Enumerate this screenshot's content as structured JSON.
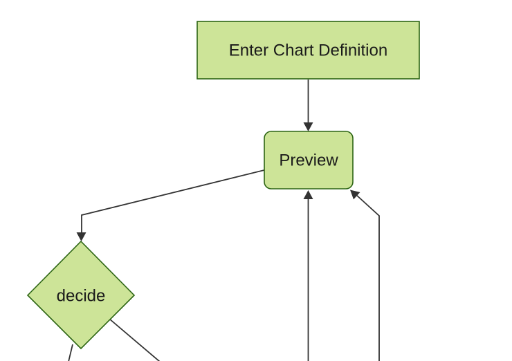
{
  "diagram": {
    "type": "flowchart",
    "direction": "top-down",
    "style": {
      "background": "#ffffff",
      "node_fill": "#cde498",
      "node_border": "#2d6514",
      "edge_color": "#333333",
      "label_color": "#1a1a1a"
    },
    "nodes": [
      {
        "id": "A",
        "shape": "rectangle",
        "label": "Enter Chart Definition"
      },
      {
        "id": "B",
        "shape": "rounded-rectangle",
        "label": "Preview"
      },
      {
        "id": "C",
        "shape": "diamond",
        "label": "decide"
      }
    ],
    "edges": [
      {
        "from": "A",
        "to": "B",
        "arrowhead": true
      },
      {
        "from": "B",
        "to": "C",
        "arrowhead": true
      },
      {
        "from": "C",
        "to": "offscreen-bottom-left",
        "arrowhead": false
      },
      {
        "from": "C",
        "to": "offscreen-bottom-right",
        "arrowhead": false
      },
      {
        "from": "offscreen-bottom",
        "to": "B",
        "arrowhead": true
      },
      {
        "from": "offscreen-bottom",
        "to": "B",
        "arrowhead": true
      }
    ]
  }
}
